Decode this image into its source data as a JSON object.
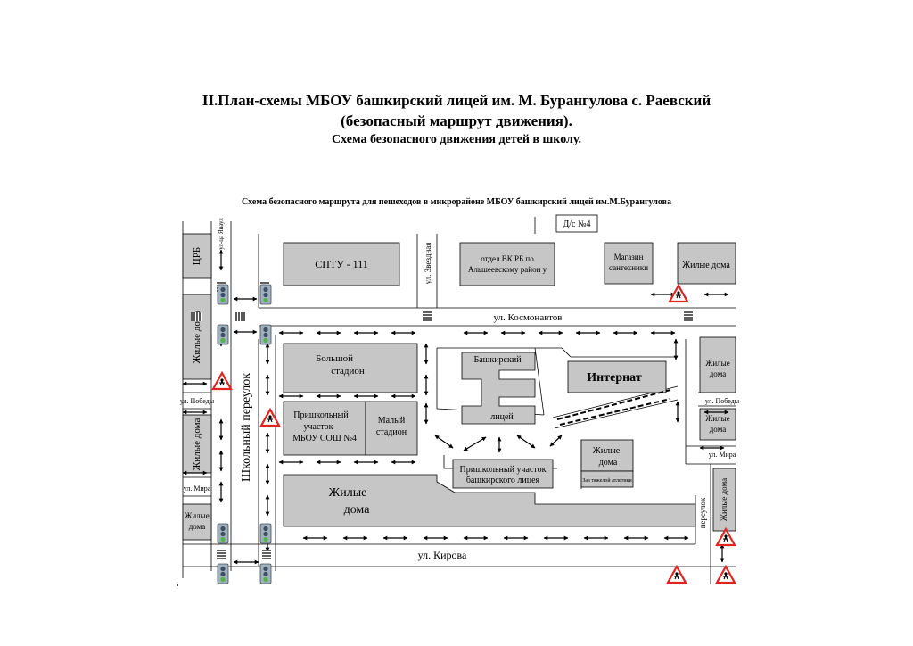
{
  "page": {
    "title_line1": "II.План-схемы МБОУ башкирский лицей им. М. Бурангулова с. Раевский",
    "title_line2": "(безопасный маршрут движения).",
    "title_line3": "Схема безопасного движения детей в школу."
  },
  "map": {
    "caption": "Схема безопасного маршрута для пешеходов в микрорайоне МБОУ башкирский лицей им.М.Бурангулова",
    "buildings": {
      "crb": "ЦРБ",
      "zhilye_left_top": "Жилые дома",
      "zhilye_left_mid": "Жилые дома",
      "zhilye_left_bot_1": "Жилые",
      "zhilye_left_bot_2": "дома",
      "sptu": "СПТУ - 111",
      "vk_1": "отдел ВК РБ по",
      "vk_2": "Альшеевскому район у",
      "ds": "Д/с №4",
      "magazin_1": "Магазин",
      "magazin_2": "сантехники",
      "zhilye_top_right": "Жилые дома",
      "big_stadium_1": "Большой",
      "big_stadium_2": "стадион",
      "pri_sosh_1": "Пришкольный",
      "pri_sosh_2": "участок",
      "pri_sosh_3": "МБОУ СОШ №4",
      "small_stadium_1": "Малый",
      "small_stadium_2": "стадион",
      "lyceum_1": "Башкирский",
      "lyceum_2": "лицей",
      "internat": "Интернат",
      "pri_lyceum_1": "Пришкольный участок",
      "pri_lyceum_2": "башкирского лицея",
      "zhilye_center_1": "Жилые",
      "zhilye_center_2": "дома",
      "zhilye_rc_1": "Жилые",
      "zhilye_rc_2": "дома",
      "zavod": "Зав тяжелой атлетики",
      "zhilye_right_1_1": "Жилые",
      "zhilye_right_1_2": "дома",
      "zhilye_right_2_1": "Жилые",
      "zhilye_right_2_2": "дома",
      "zhilye_right_3": "Жилые дома"
    },
    "streets": {
      "kosmonavtov": "ул. Космонавтов",
      "kirova": "ул. Кирова",
      "zvezdnaya": "ул. Звездная",
      "shkolny": "Школьный переулок",
      "yanaul": "ул-ца Янаул",
      "pobedy_left": "ул. Победы",
      "pobedy_right": "ул. Победы",
      "mira_left": "ул. Мира",
      "mira_right": "ул. Мира",
      "pereulok_right": "переулок"
    }
  }
}
